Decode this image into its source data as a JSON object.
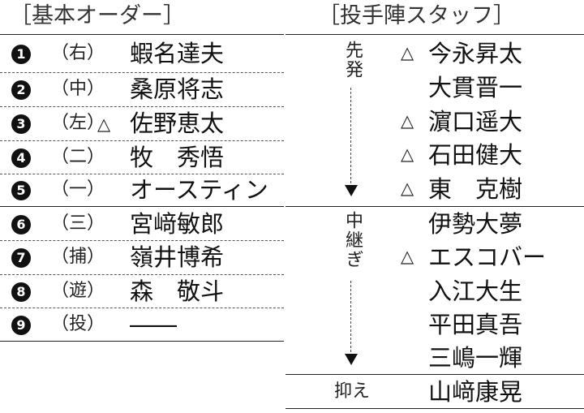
{
  "lineup": {
    "title": "［基本オーダー］",
    "batters": [
      {
        "order": "1",
        "position": "（右）",
        "mark": "",
        "name": "蝦名達夫"
      },
      {
        "order": "2",
        "position": "（中）",
        "mark": "",
        "name": "桑原将志"
      },
      {
        "order": "3",
        "position": "（左）",
        "mark": "△",
        "name": "佐野恵太"
      },
      {
        "order": "4",
        "position": "（二）",
        "mark": "",
        "name": "牧　秀悟"
      },
      {
        "order": "5",
        "position": "（一）",
        "mark": "",
        "name": "オースティン"
      },
      {
        "order": "6",
        "position": "（三）",
        "mark": "",
        "name": "宮﨑敏郎"
      },
      {
        "order": "7",
        "position": "（捕）",
        "mark": "",
        "name": "嶺井博希"
      },
      {
        "order": "8",
        "position": "（遊）",
        "mark": "",
        "name": "森　敬斗"
      },
      {
        "order": "9",
        "position": "（投）",
        "mark": "",
        "name": "――"
      }
    ]
  },
  "pitchers": {
    "title": "［投手陣スタッフ］",
    "starters_label": "先発",
    "relievers_label": "中継ぎ",
    "closer_label": "抑え",
    "list": [
      {
        "mark": "△",
        "name": "今永昇太"
      },
      {
        "mark": "",
        "name": "大貫晋一"
      },
      {
        "mark": "△",
        "name": "濵口遥大"
      },
      {
        "mark": "△",
        "name": "石田健大"
      },
      {
        "mark": "△",
        "name": "東　克樹"
      },
      {
        "mark": "",
        "name": "伊勢大夢"
      },
      {
        "mark": "△",
        "name": "エスコバー"
      },
      {
        "mark": "",
        "name": "入江大生"
      },
      {
        "mark": "",
        "name": "平田真吾"
      },
      {
        "mark": "",
        "name": "三嶋一輝"
      },
      {
        "mark": "",
        "name": "山﨑康晃"
      }
    ]
  }
}
